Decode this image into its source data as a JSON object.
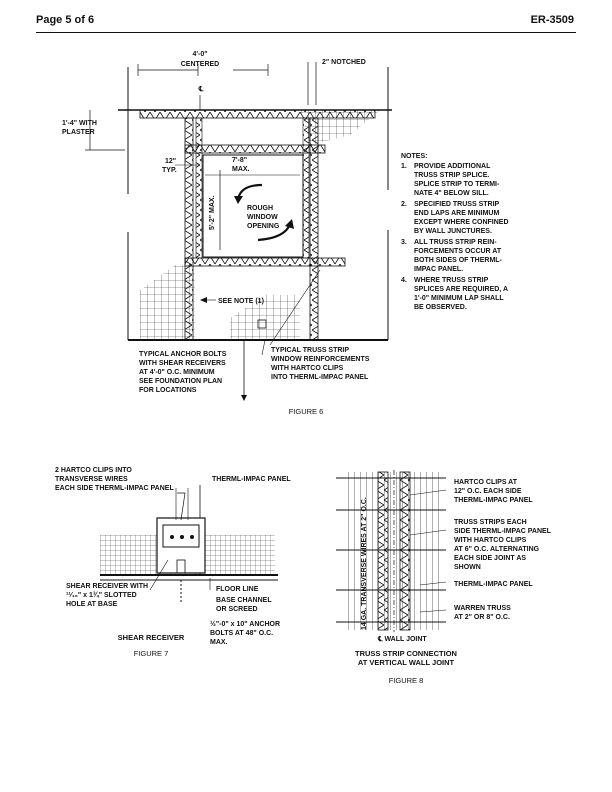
{
  "header": {
    "page": "Page 5 of 6",
    "report": "ER-3509"
  },
  "figure6": {
    "caption": "FIGURE 6",
    "dim_centered": [
      "4'-0\"",
      "CENTERED"
    ],
    "notched": "2\" NOTCHED",
    "centerline": "℄",
    "plaster": [
      "1'-4\" WITH",
      "PLASTER"
    ],
    "typ": [
      "12\"",
      "TYP."
    ],
    "max_width": [
      "7'-8\"",
      "MAX."
    ],
    "max_height": "5'-2\" MAX.",
    "rough_opening": [
      "ROUGH",
      "WINDOW",
      "OPENING"
    ],
    "see_note": "SEE NOTE (1)",
    "anchor_bolts": [
      "TYPICAL ANCHOR BOLTS",
      "WITH SHEAR RECEIVERS",
      "AT 4'-0\" O.C. MINIMUM",
      "SEE FOUNDATION PLAN",
      "FOR LOCATIONS"
    ],
    "truss_strip": [
      "TYPICAL TRUSS STRIP",
      "WINDOW REINFORCEMENTS",
      "WITH HARTCO CLIPS",
      "INTO THERML-IMPAC PANEL"
    ],
    "notes_title": "NOTES:",
    "notes": [
      {
        "num": "1.",
        "lines": [
          "PROVIDE ADDITIONAL",
          "TRUSS STRIP SPLICE.",
          "SPLICE STRIP TO TERMI-",
          "NATE 4\" BELOW SILL."
        ]
      },
      {
        "num": "2.",
        "lines": [
          "SPECIFIED TRUSS STRIP",
          "END LAPS ARE MINIMUM",
          "EXCEPT WHERE CONFINED",
          "BY WALL JUNCTURES."
        ]
      },
      {
        "num": "3.",
        "lines": [
          "ALL TRUSS STRIP REIN-",
          "FORCEMENTS OCCUR AT",
          "BOTH SIDES OF THERML-",
          "IMPAC PANEL."
        ]
      },
      {
        "num": "4.",
        "lines": [
          "WHERE TRUSS STRIP",
          "SPLICES ARE REQUIRED, A",
          "1'-0\" MINIMUM LAP SHALL",
          "BE OBSERVED."
        ]
      }
    ]
  },
  "figure7": {
    "caption": "FIGURE 7",
    "title": "SHEAR RECEIVER",
    "clips": [
      "2 HARTCO CLIPS INTO",
      "TRANSVERSE WIRES",
      "EACH SIDE THERML-IMPAC PANEL"
    ],
    "panel": "THERML-IMPAC PANEL",
    "floor_line": "FLOOR LINE",
    "base_channel": [
      "BASE CHANNEL",
      "OR SCREED"
    ],
    "shear_receiver": [
      "SHEAR RECEIVER WITH",
      "¹¹⁄₁₆\" x 1¾\" SLOTTED",
      "HOLE AT BASE"
    ],
    "anchor": [
      "½\"-0\" x 10\" ANCHOR",
      "BOLTS AT 48\" O.C.",
      "MAX."
    ]
  },
  "figure8": {
    "caption": "FIGURE 8",
    "title": [
      "TRUSS STRIP CONNECTION",
      "AT VERTICAL WALL JOINT"
    ],
    "vertical_label": "14 GA. TRANSVERSE WIRES AT 2\" O.C.",
    "wall_joint": "℄ WALL JOINT",
    "hartco": [
      "HARTCO CLIPS AT",
      "12\" O.C. EACH SIDE",
      "THERML-IMPAC PANEL"
    ],
    "truss_strips": [
      "TRUSS STRIPS EACH",
      "SIDE THERML-IMPAC PANEL",
      "WITH HARTCO CLIPS",
      "AT 6\" O.C. ALTERNATING",
      "EACH SIDE JOINT AS",
      "SHOWN"
    ],
    "panel": "THERML-IMPAC PANEL",
    "warren": [
      "WARREN TRUSS",
      "AT 2\" OR 8\" O.C."
    ]
  }
}
